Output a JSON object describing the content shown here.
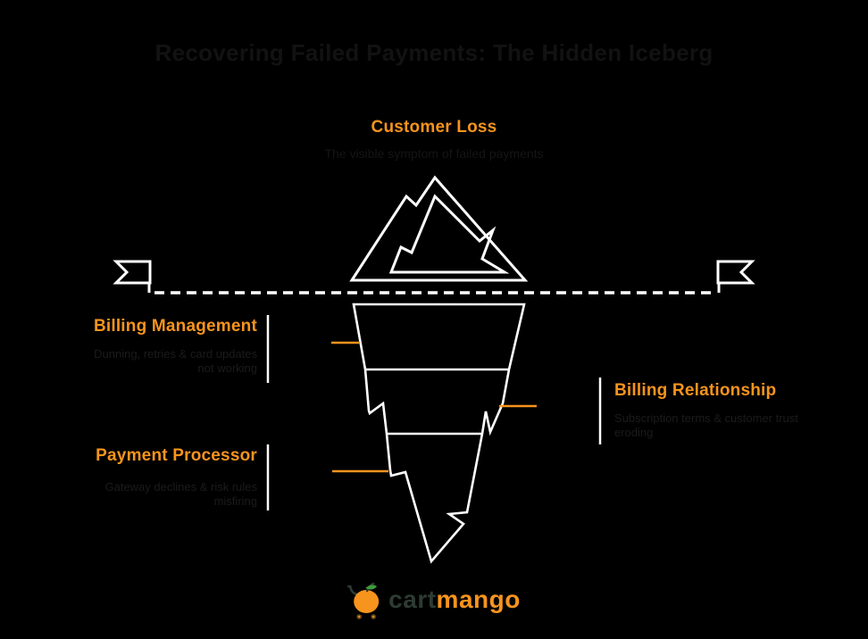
{
  "colors": {
    "background": "#000000",
    "accent_orange": "#F7941D",
    "line_white": "#FFFFFF",
    "faint_text": "#1B1B1B",
    "title_text": "#121212",
    "cart_word": "#2D3B33",
    "leaf_green": "#3E9B3A"
  },
  "header": {
    "title": "Recovering Failed Payments: The Hidden Iceberg"
  },
  "iceberg": {
    "above_water": {
      "label": "Customer Loss",
      "description": "The visible symptom of failed payments"
    },
    "sections": [
      {
        "label": "Billing Management",
        "desc_line1": "Dunning, retries & card updates",
        "desc_line2": "not working",
        "side": "left"
      },
      {
        "label": "Billing Relationship",
        "desc_line1": "Subscription terms & customer trust",
        "desc_line2": "eroding",
        "side": "right"
      },
      {
        "label": "Payment Processor",
        "desc_line1": "Gateway declines & risk rules",
        "desc_line2": "misfiring",
        "side": "left"
      }
    ]
  },
  "icons": {
    "mountain": "mountain-peak-icon",
    "left_flag": "waterline-flag-left-icon",
    "right_flag": "waterline-flag-right-icon",
    "logo_mark": "mango-cart-icon"
  },
  "logo": {
    "cart": "cart",
    "mango": "mango"
  }
}
